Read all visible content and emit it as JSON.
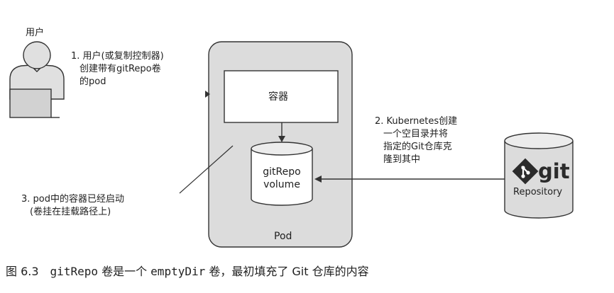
{
  "user_label": "用户",
  "step1": {
    "line1": "1. 用户(或复制控制器)",
    "line2": "创建带有gitRepo卷",
    "line3": "的pod"
  },
  "container_label": "容器",
  "volume": {
    "line1": "gitRepo",
    "line2": "volume"
  },
  "pod_label": "Pod",
  "step2": {
    "line1": "2. Kubernetes创建",
    "line2": "一个空目录并将",
    "line3": "指定的Git仓库克",
    "line4": "隆到其中"
  },
  "repo": {
    "logo_text": "git",
    "label": "Repository"
  },
  "step3": {
    "line1": "3. pod中的容器已经启动",
    "line2": "(卷挂在挂载路径上)"
  },
  "caption": {
    "figure": "图 6.3",
    "part1": "gitRepo",
    "part2": " 卷是一个 ",
    "part3": "emptyDir",
    "part4": " 卷，最初填充了 Git 仓库的内容"
  },
  "colors": {
    "pod_fill": "#dcdcdc",
    "stroke": "#333333",
    "logo": "#2b2b2b",
    "cylinder_top": "#ececec"
  }
}
